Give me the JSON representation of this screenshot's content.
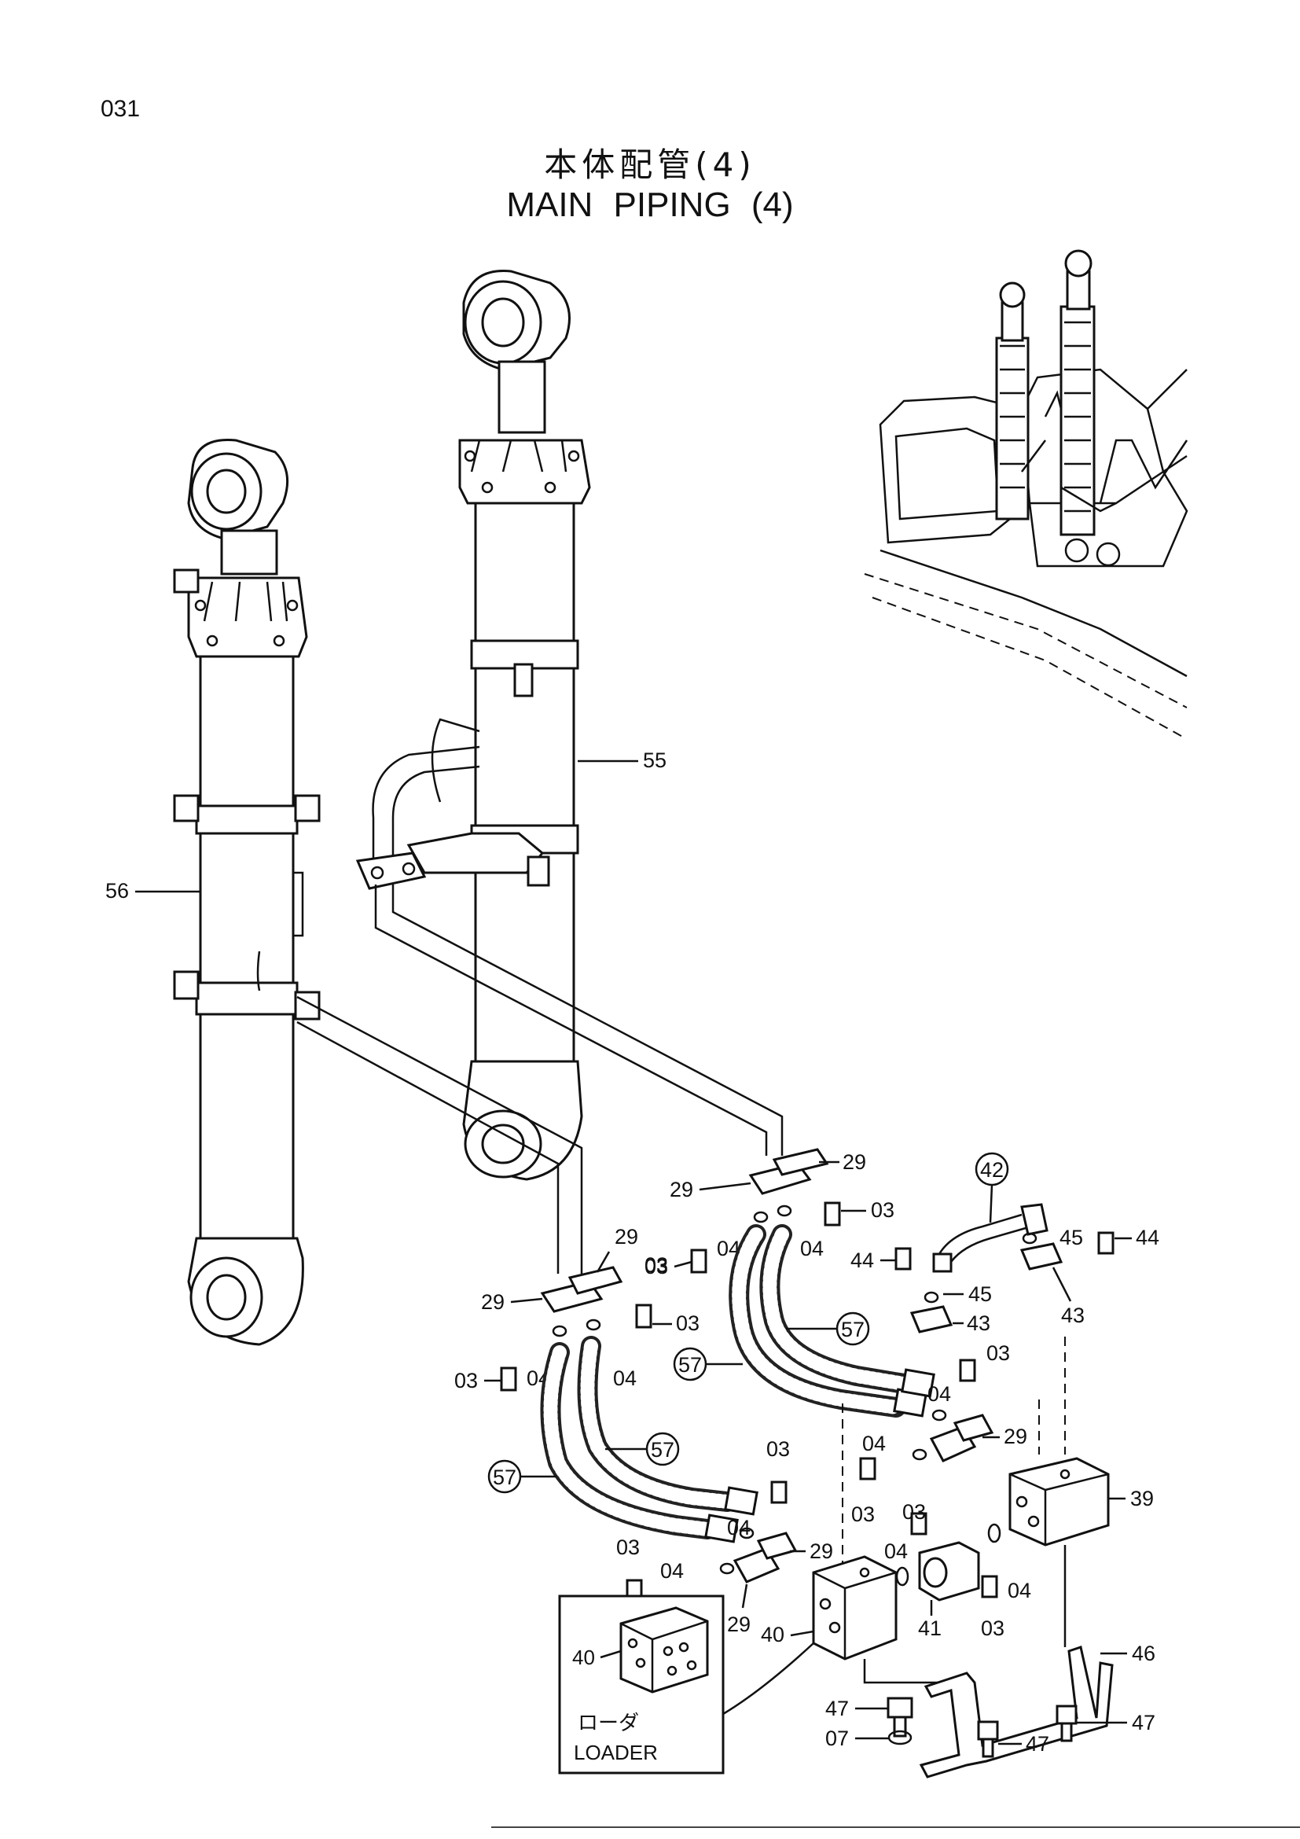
{
  "page": {
    "number": "031"
  },
  "title": {
    "japanese": "本体配管(4)",
    "english": "MAIN   PIPING (4)"
  },
  "inset": {
    "part_label": "40",
    "caption_jp": "ローダ",
    "caption_en": "LOADER"
  },
  "callouts": {
    "c55": "55",
    "c56": "56",
    "c29a": "29",
    "c29b": "29",
    "c29c": "29",
    "c29d": "29",
    "c29e": "29",
    "c29f": "29",
    "c29g": "29",
    "c03a": "03",
    "c03b": "03",
    "c03c": "03",
    "c03d": "03",
    "c03e": "03",
    "c03f": "03",
    "c03g": "03",
    "c03h": "03",
    "c03i": "03",
    "c04a": "04",
    "c04b": "04",
    "c04c": "04",
    "c04d": "04",
    "c04e": "04",
    "c04f": "04",
    "c04g": "04",
    "c04h": "04",
    "c04i": "04",
    "c04j": "04",
    "c42": "42",
    "c43a": "43",
    "c43b": "43",
    "c44a": "44",
    "c44b": "44",
    "c45a": "45",
    "c45b": "45",
    "c57a": "57",
    "c57b": "57",
    "c57c": "57",
    "c57d": "57",
    "c39": "39",
    "c40": "40",
    "c41": "41",
    "c46": "46",
    "c47a": "47",
    "c47b": "47",
    "c47c": "47",
    "c07": "07"
  }
}
